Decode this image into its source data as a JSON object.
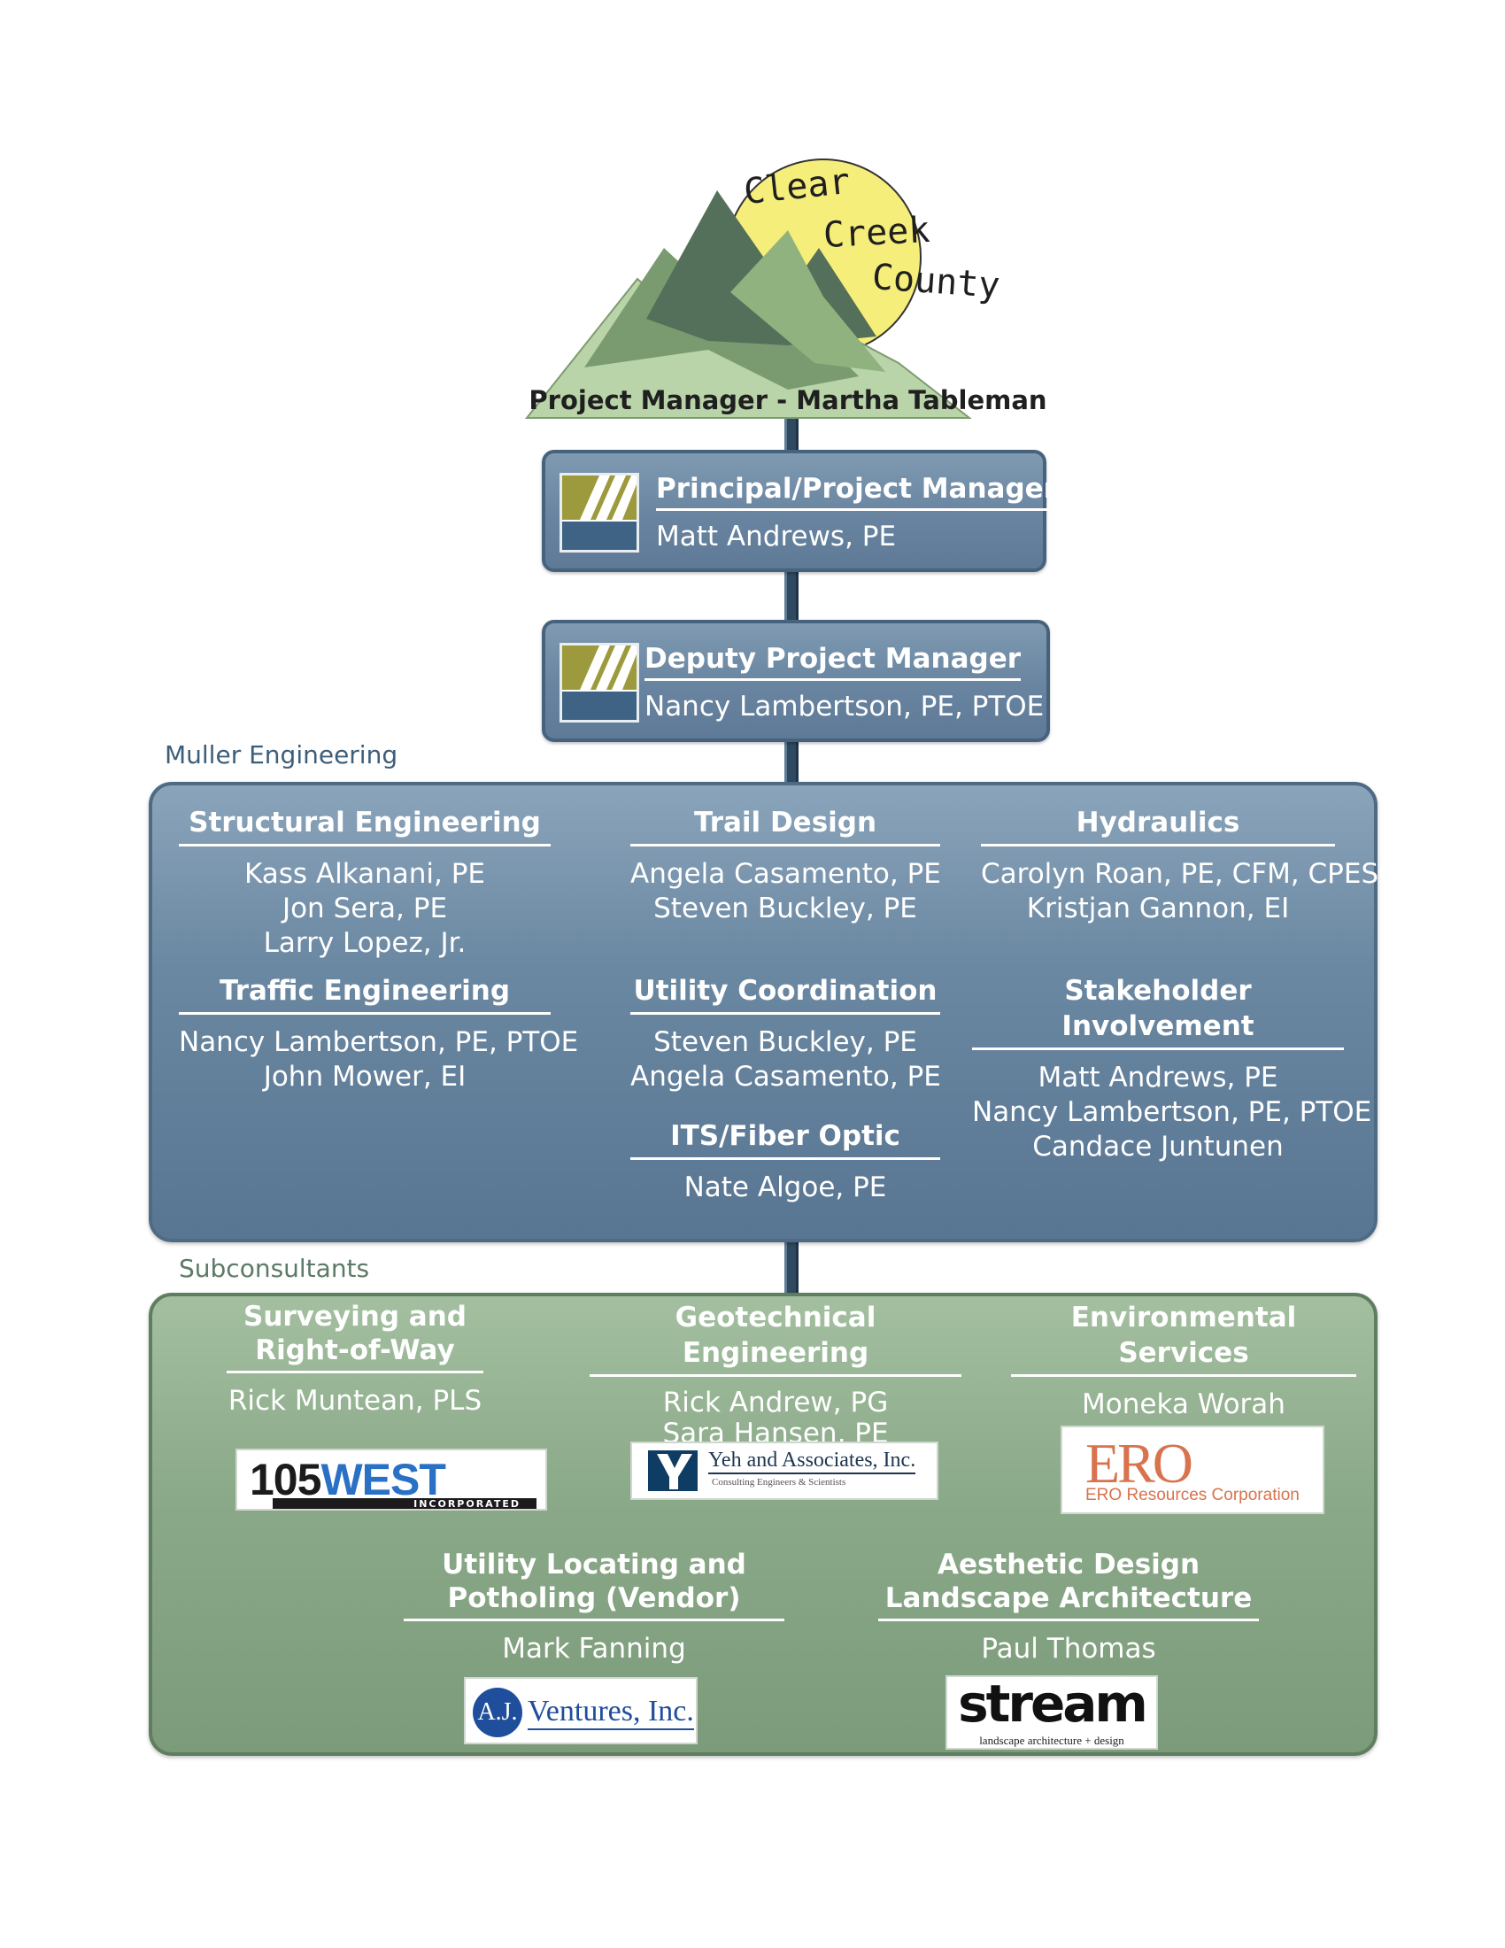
{
  "client": {
    "logo_line1": "Clear",
    "logo_line2": "Creek",
    "logo_line3": "County",
    "project_manager": "Project Manager - Martha Tableman"
  },
  "roles": [
    {
      "title": "Principal/Project Manager",
      "name": "Matt Andrews, PE"
    },
    {
      "title": "Deputy Project Manager",
      "name": "Nancy Lambertson, PE, PTOE"
    }
  ],
  "muller": {
    "label": "Muller Engineering",
    "groups": [
      {
        "title": "Structural Engineering",
        "members": [
          "Kass Alkanani, PE",
          "Jon Sera, PE",
          "Larry Lopez, Jr."
        ]
      },
      {
        "title": "Trail Design",
        "members": [
          "Angela Casamento, PE",
          "Steven Buckley, PE"
        ]
      },
      {
        "title": "Hydraulics",
        "members": [
          "Carolyn Roan, PE, CFM, CPESC",
          "Kristjan Gannon, EI"
        ]
      },
      {
        "title": "Traffic Engineering",
        "members": [
          "Nancy Lambertson, PE, PTOE",
          "John Mower, EI"
        ]
      },
      {
        "title": "Utility Coordination",
        "members": [
          "Steven Buckley, PE",
          "Angela Casamento, PE"
        ]
      },
      {
        "title": "Stakeholder Involvement",
        "members": [
          "Matt Andrews, PE",
          "Nancy Lambertson, PE, PTOE",
          "Candace Juntunen"
        ]
      },
      {
        "title": "ITS/Fiber Optic",
        "members": [
          "Nate Algoe, PE"
        ]
      }
    ]
  },
  "subconsultants": {
    "label": "Subconsultants",
    "groups": [
      {
        "title_line1": "Surveying and",
        "title_line2": "Right-of-Way",
        "members": [
          "Rick Muntean, PLS"
        ]
      },
      {
        "title_line1": "Geotechnical Engineering",
        "members": [
          "Rick Andrew, PG",
          "Sara Hansen, PE"
        ]
      },
      {
        "title_line1": "Environmental Services",
        "members": [
          "Moneka Worah"
        ]
      },
      {
        "title_line1": "Utility Locating and",
        "title_line2": "Potholing (Vendor)",
        "members": [
          "Mark Fanning"
        ]
      },
      {
        "title_line1": "Aesthetic Design",
        "title_line2": "Landscape Architecture",
        "members": [
          "Paul Thomas"
        ]
      }
    ],
    "logos": {
      "west105": {
        "main_a": "105",
        "main_b": "WEST",
        "sub": "INCORPORATED"
      },
      "yeh": {
        "name": "Yeh and Associates, Inc.",
        "tag": "Consulting Engineers & Scientists"
      },
      "ero": {
        "big": "ERO",
        "small": "ERO Resources Corporation"
      },
      "aj": {
        "initials": "A.J.",
        "name": "Ventures, Inc."
      },
      "stream": {
        "big": "stream",
        "small": "landscape architecture + design"
      }
    }
  },
  "colors": {
    "muller_blue": "#6b88a2",
    "subconsultant_green": "#8aa988",
    "connector": "#2f4a60",
    "sun_yellow": "#f6ee7a"
  }
}
